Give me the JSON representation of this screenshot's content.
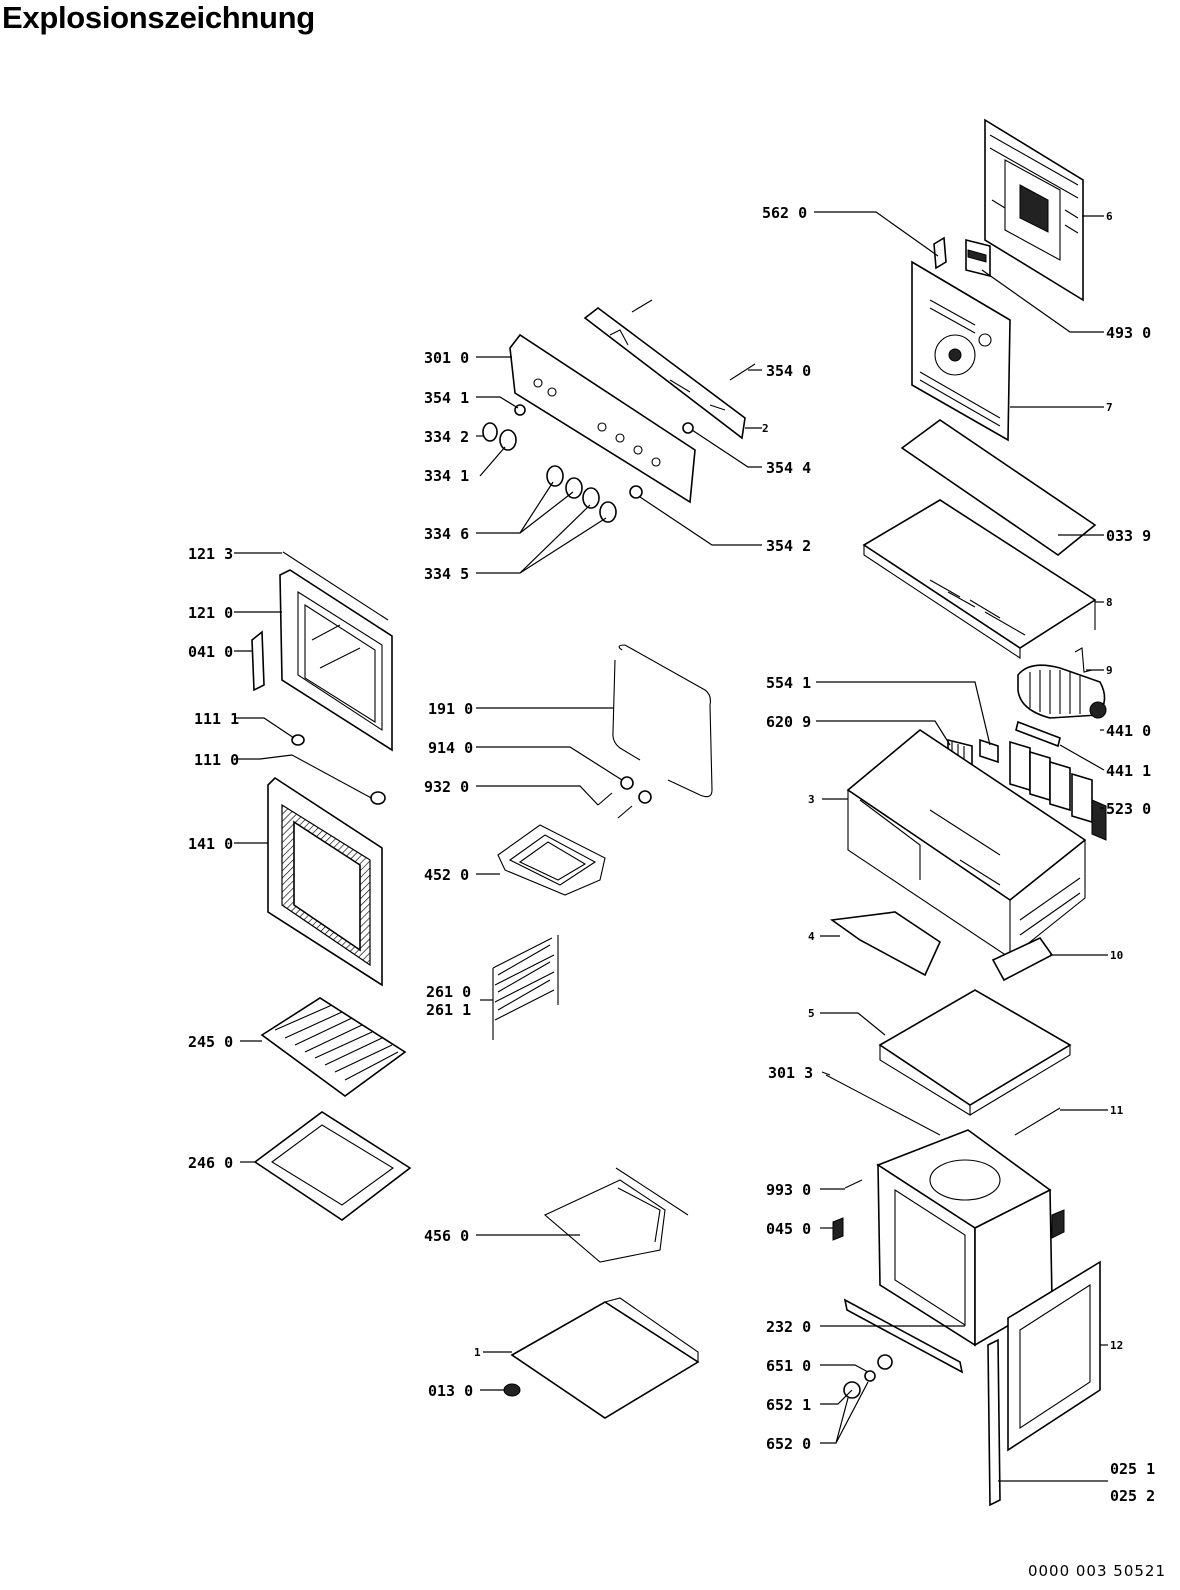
{
  "title": "Explosionszeichnung",
  "doc_number": "0000 003 50521",
  "labels": {
    "l5620": "562 0",
    "l4930": "493 0",
    "l6": "6",
    "l7": "7",
    "l3010": "301 0",
    "l3540": "354 0",
    "l3541": "354 1",
    "l3342": "334 2",
    "l3341": "334 1",
    "l2": "2",
    "l3544": "354 4",
    "l3346": "334 6",
    "l3345": "334 5",
    "l3542": "354 2",
    "l0339": "033 9",
    "l8": "8",
    "l1213": "121 3",
    "l1210": "121 0",
    "l0410": "041 0",
    "l1111": "111 1",
    "l1110": "111 0",
    "l1410": "141 0",
    "l1910": "191 0",
    "l9140": "914 0",
    "l9320": "932 0",
    "l4520": "452 0",
    "l5541": "554 1",
    "l6209": "620 9",
    "l9": "9",
    "l4410": "441 0",
    "l4411": "441 1",
    "l3": "3",
    "l5230": "523 0",
    "l4": "4",
    "l10": "10",
    "l2610": "261 0",
    "l2611": "261 1",
    "l2450": "245 0",
    "l5": "5",
    "l3013": "301 3",
    "l11": "11",
    "l2460": "246 0",
    "l9930": "993 0",
    "l0450": "045 0",
    "l4560": "456 0",
    "l2320": "232 0",
    "l12": "12",
    "l6510": "651 0",
    "l6521": "652 1",
    "l6520": "652 0",
    "l1": "1",
    "l0130": "013 0",
    "l0251": "025 1",
    "l0252": "025 2"
  }
}
